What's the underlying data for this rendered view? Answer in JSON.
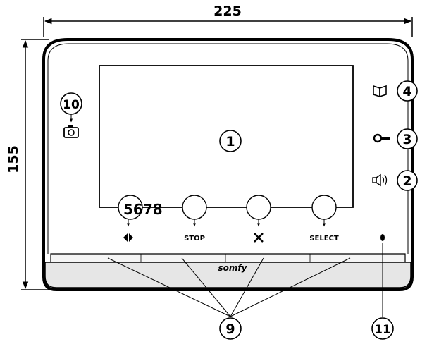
{
  "dimensions": {
    "width_label": "225",
    "height_label": "155"
  },
  "callouts": {
    "screen": "1",
    "speaker": "2",
    "key": "3",
    "book": "4",
    "touch_buttons": "9",
    "camera": "10",
    "led": "11"
  },
  "buttons": {
    "first": "5",
    "second": "6",
    "third": "7",
    "fourth": "8",
    "stop_label": "STOP",
    "select_label": "SELECT"
  },
  "brand": "somfy",
  "icons": {
    "book": "book-icon",
    "key": "key-icon",
    "speaker": "speaker-icon",
    "camera": "camera-icon",
    "arrows": "arrows-icon",
    "cross": "cross-icon"
  }
}
